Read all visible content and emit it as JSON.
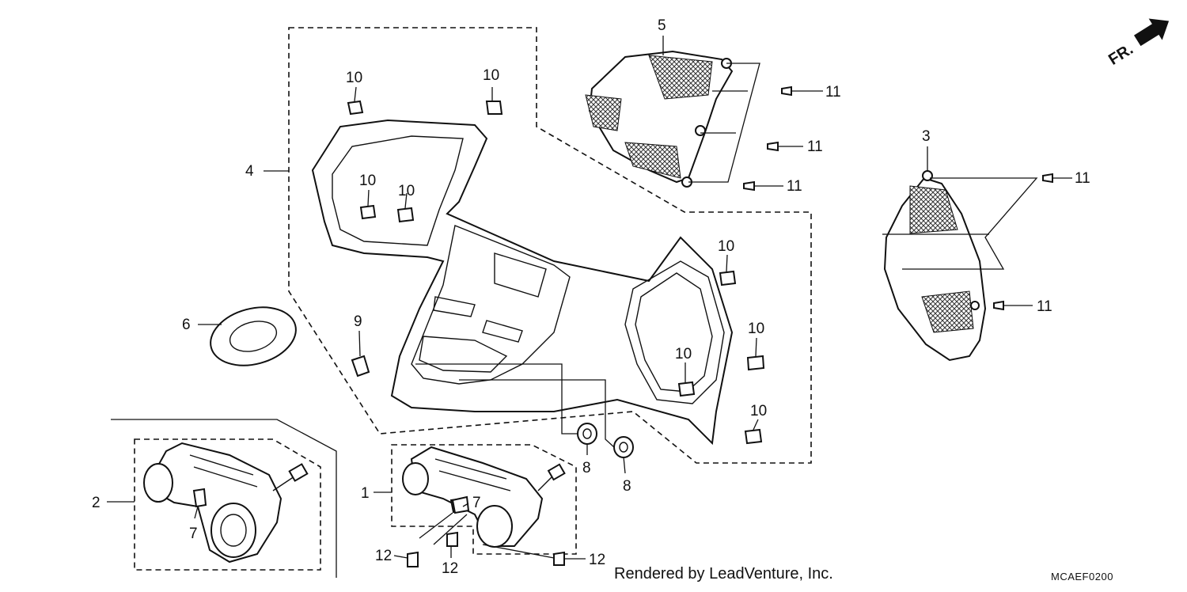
{
  "diagram": {
    "part_labels": [
      {
        "id": "l1",
        "text": "1"
      },
      {
        "id": "l2",
        "text": "2"
      },
      {
        "id": "l3",
        "text": "3"
      },
      {
        "id": "l4",
        "text": "4"
      },
      {
        "id": "l5",
        "text": "5"
      },
      {
        "id": "l6",
        "text": "6"
      },
      {
        "id": "l7a",
        "text": "7"
      },
      {
        "id": "l7b",
        "text": "7"
      },
      {
        "id": "l8a",
        "text": "8"
      },
      {
        "id": "l8b",
        "text": "8"
      },
      {
        "id": "l9",
        "text": "9"
      },
      {
        "id": "l10a",
        "text": "10"
      },
      {
        "id": "l10b",
        "text": "10"
      },
      {
        "id": "l10c",
        "text": "10"
      },
      {
        "id": "l10d",
        "text": "10"
      },
      {
        "id": "l10e",
        "text": "10"
      },
      {
        "id": "l10f",
        "text": "10"
      },
      {
        "id": "l10g",
        "text": "10"
      },
      {
        "id": "l10h",
        "text": "10"
      },
      {
        "id": "l11a",
        "text": "11"
      },
      {
        "id": "l11b",
        "text": "11"
      },
      {
        "id": "l11c",
        "text": "11"
      },
      {
        "id": "l11d",
        "text": "11"
      },
      {
        "id": "l11e",
        "text": "11"
      },
      {
        "id": "l12a",
        "text": "12"
      },
      {
        "id": "l12b",
        "text": "12"
      },
      {
        "id": "l12c",
        "text": "12"
      }
    ],
    "direction_label": "FR.",
    "caption": "Rendered by LeadVenture, Inc.",
    "diagram_code": "MCAEF0200"
  }
}
